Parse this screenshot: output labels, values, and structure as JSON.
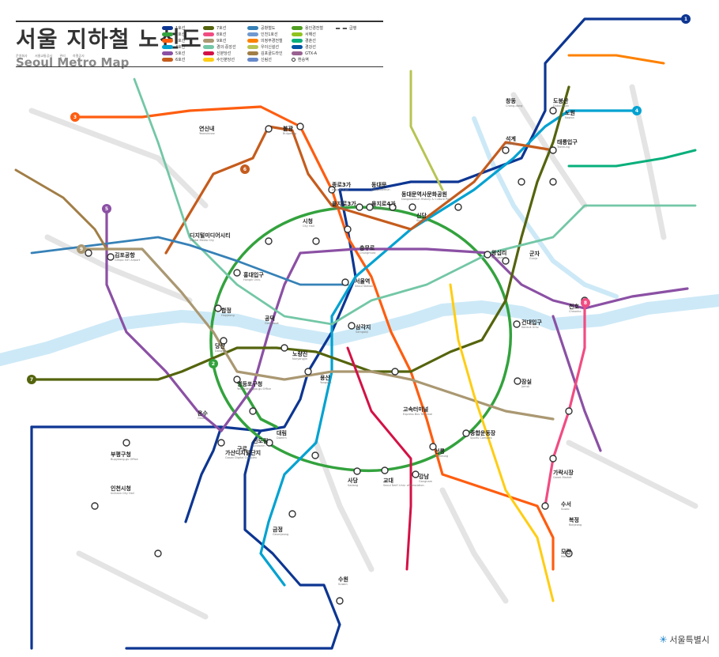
{
  "title": {
    "ko": "서울 지하철 노선도",
    "en": "Seoul Metro Map"
  },
  "meta": [
    "운영회사",
    "서울교통공사",
    "관리",
    "하철공사"
  ],
  "legend": [
    {
      "label": "1호선",
      "color": "#0d3692"
    },
    {
      "label": "2호선",
      "color": "#33a23d"
    },
    {
      "label": "3호선",
      "color": "#fe5d10"
    },
    {
      "label": "4호선",
      "color": "#00a2d1"
    },
    {
      "label": "5호선",
      "color": "#8b50a4"
    },
    {
      "label": "6호선",
      "color": "#c55c1d"
    },
    {
      "label": "7호선",
      "color": "#54640d"
    },
    {
      "label": "8호선",
      "color": "#f14c82"
    },
    {
      "label": "9호선",
      "color": "#aa9872"
    },
    {
      "label": "경의·중앙선",
      "color": "#73c7a6"
    },
    {
      "label": "신분당선",
      "color": "#d31145"
    },
    {
      "label": "수인분당선",
      "color": "#ffcd12"
    },
    {
      "label": "공항철도",
      "color": "#3681b7"
    },
    {
      "label": "인천1호선",
      "color": "#6f99d0"
    },
    {
      "label": "의정부경전철",
      "color": "#fd8100"
    },
    {
      "label": "우이신설선",
      "color": "#b7c452"
    },
    {
      "label": "김포골드라인",
      "color": "#a17e46"
    },
    {
      "label": "신림선",
      "color": "#6789ca"
    },
    {
      "label": "용인경전철",
      "color": "#509f22"
    },
    {
      "label": "서해선",
      "color": "#8fc31f"
    },
    {
      "label": "경춘선",
      "color": "#08af7b"
    },
    {
      "label": "경강선",
      "color": "#0054a6"
    },
    {
      "label": "GTX-A",
      "color": "#9a6292"
    },
    {
      "label": "환승역",
      "color": "#333333"
    },
    {
      "label": "급행",
      "color": "#555555"
    }
  ],
  "lines": {
    "l1": "#0d3692",
    "l2": "#33a23d",
    "l3": "#fe5d10",
    "l4": "#00a2d1",
    "l5": "#8b50a4",
    "l6": "#c55c1d",
    "l7": "#54640d",
    "l8": "#f14c82",
    "l9": "#aa9872",
    "gj": "#73c7a6",
    "sb": "#d31145",
    "sbd": "#ffcd12",
    "arex": "#3681b7",
    "uj": "#fd8100",
    "gc": "#08af7b",
    "ui": "#b7c452",
    "gold": "#a17e46",
    "shr": "#6789ca",
    "river": "#cde9f7"
  },
  "badges": [
    {
      "n": "1",
      "color": "#0d3692"
    },
    {
      "n": "2",
      "color": "#33a23d"
    },
    {
      "n": "3",
      "color": "#fe5d10"
    },
    {
      "n": "4",
      "color": "#00a2d1"
    },
    {
      "n": "5",
      "color": "#8b50a4"
    },
    {
      "n": "6",
      "color": "#c55c1d"
    },
    {
      "n": "7",
      "color": "#54640d"
    },
    {
      "n": "8",
      "color": "#f14c82"
    },
    {
      "n": "9",
      "color": "#aa9872"
    }
  ],
  "major_stations": [
    {
      "ko": "서울역",
      "en": "Seoul Station"
    },
    {
      "ko": "시청",
      "en": "City Hall"
    },
    {
      "ko": "종로3가",
      "en": "Jongno 3-ga"
    },
    {
      "ko": "동대문",
      "en": "Dongdaemun"
    },
    {
      "ko": "동대문역사문화공원",
      "en": "Dongdaemun History & Culture Park"
    },
    {
      "ko": "을지로3가",
      "en": "Euljiro 3-ga"
    },
    {
      "ko": "을지로4가",
      "en": "Euljiro 4-ga"
    },
    {
      "ko": "충무로",
      "en": "Chungmuro"
    },
    {
      "ko": "신당",
      "en": "Sindang"
    },
    {
      "ko": "왕십리",
      "en": "Wangsimni"
    },
    {
      "ko": "건대입구",
      "en": "Konkuk Univ."
    },
    {
      "ko": "잠실",
      "en": "Jamsil"
    },
    {
      "ko": "종합운동장",
      "en": "Sports Complex"
    },
    {
      "ko": "선릉",
      "en": "Seolleung"
    },
    {
      "ko": "강남",
      "en": "Gangnam"
    },
    {
      "ko": "교대",
      "en": "Seoul Nat'l Univ. of Education"
    },
    {
      "ko": "사당",
      "en": "Sadang"
    },
    {
      "ko": "신도림",
      "en": "Sindorim"
    },
    {
      "ko": "대림",
      "en": "Daerim"
    },
    {
      "ko": "영등포구청",
      "en": "Yeongdeungpo-gu Office"
    },
    {
      "ko": "당산",
      "en": "Dangsan"
    },
    {
      "ko": "합정",
      "en": "Hapjeong"
    },
    {
      "ko": "홍대입구",
      "en": "Hongik Univ."
    },
    {
      "ko": "공덕",
      "en": "Gongdeok"
    },
    {
      "ko": "삼각지",
      "en": "Samgakji"
    },
    {
      "ko": "용산",
      "en": "Yongsan"
    },
    {
      "ko": "노량진",
      "en": "Noryangjin"
    },
    {
      "ko": "고속터미널",
      "en": "Express Bus Terminal"
    },
    {
      "ko": "김포공항",
      "en": "Gimpo Int'l Airport"
    },
    {
      "ko": "디지털미디어시티",
      "en": "Digital Media City"
    },
    {
      "ko": "불광",
      "en": "Bulgwang"
    },
    {
      "ko": "연신내",
      "en": "Yeonsinnae"
    },
    {
      "ko": "도봉산",
      "en": "Dobongsan"
    },
    {
      "ko": "창동",
      "en": "Chang-dong"
    },
    {
      "ko": "노원",
      "en": "Nowon"
    },
    {
      "ko": "석계",
      "en": "Seokgye"
    },
    {
      "ko": "태릉입구",
      "en": "Taereung"
    },
    {
      "ko": "군자",
      "en": "Gunja"
    },
    {
      "ko": "천호",
      "en": "Cheonho"
    },
    {
      "ko": "가산디지털단지",
      "en": "Gasan Digital Complex"
    },
    {
      "ko": "금정",
      "en": "Geumjeong"
    },
    {
      "ko": "수원",
      "en": "Suwon"
    },
    {
      "ko": "부평구청",
      "en": "Bupyeong-gu Office"
    },
    {
      "ko": "온수",
      "en": "Onsu"
    },
    {
      "ko": "구로",
      "en": "Guro"
    },
    {
      "ko": "복정",
      "en": "Bokjeong"
    },
    {
      "ko": "가락시장",
      "en": "Garak Market"
    },
    {
      "ko": "모란",
      "en": "Moran"
    },
    {
      "ko": "인천시청",
      "en": "Incheon City Hall"
    },
    {
      "ko": "수서",
      "en": "Suseo"
    }
  ],
  "logo_text": "서울특별시"
}
